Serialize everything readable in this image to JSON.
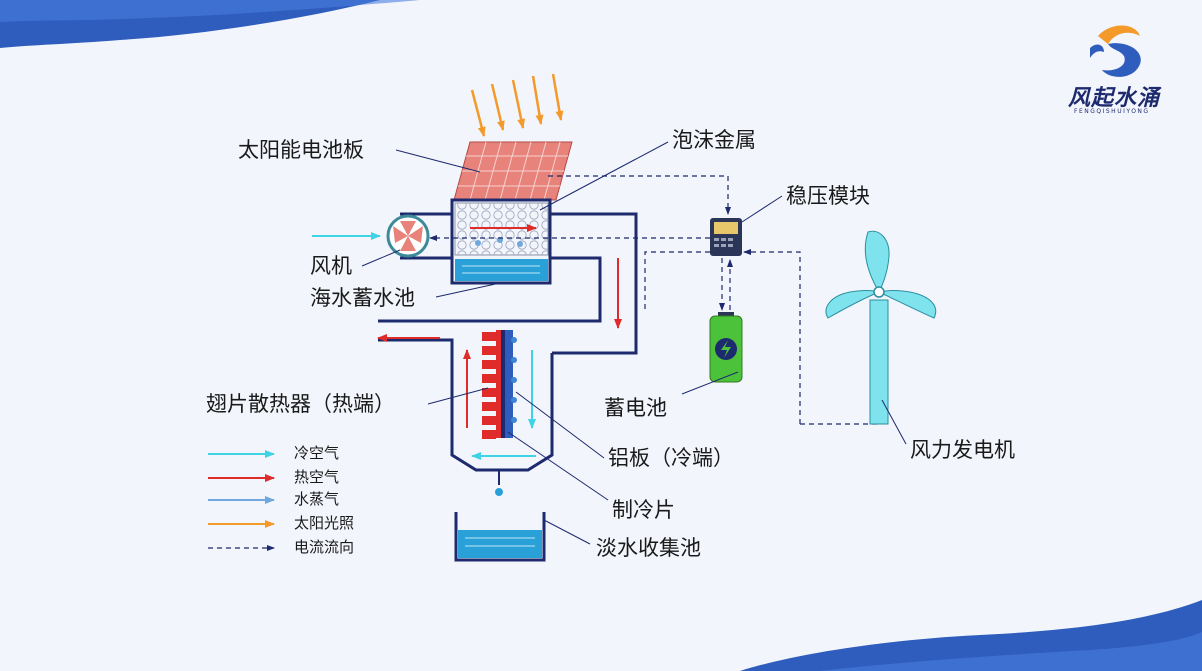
{
  "logo": {
    "title": "风起水涌",
    "subtitle": "FENGQISHUIYONG"
  },
  "labels": {
    "solar_panel": "太阳能电池板",
    "foam_metal": "泡沫金属",
    "voltage_module": "稳压模块",
    "fan": "风机",
    "seawater_pool": "海水蓄水池",
    "fin_radiator": "翅片散热器（热端）",
    "battery": "蓄电池",
    "aluminum_plate": "铝板（冷端）",
    "wind_generator": "风力发电机",
    "cooling_chip": "制冷片",
    "fresh_water_pool": "淡水收集池"
  },
  "legend": [
    {
      "label": "冷空气",
      "color": "#3fd3e6",
      "style": "arrow"
    },
    {
      "label": "热空气",
      "color": "#e02b2b",
      "style": "arrow"
    },
    {
      "label": "水蒸气",
      "color": "#6fa8dc",
      "style": "arrow"
    },
    {
      "label": "太阳光照",
      "color": "#f39a2b",
      "style": "arrow"
    },
    {
      "label": "电流流向",
      "color": "#1d2a6e",
      "style": "dashed"
    }
  ],
  "colors": {
    "pipe": "#1d2a6e",
    "cold_air": "#3fd3e6",
    "hot_air": "#e02b2b",
    "steam": "#6fa8dc",
    "sunlight": "#f39a2b",
    "panel": "#e8837b",
    "water": "#2aa0d8",
    "battery": "#4cc23a",
    "turbine": "#7fe3ee"
  }
}
